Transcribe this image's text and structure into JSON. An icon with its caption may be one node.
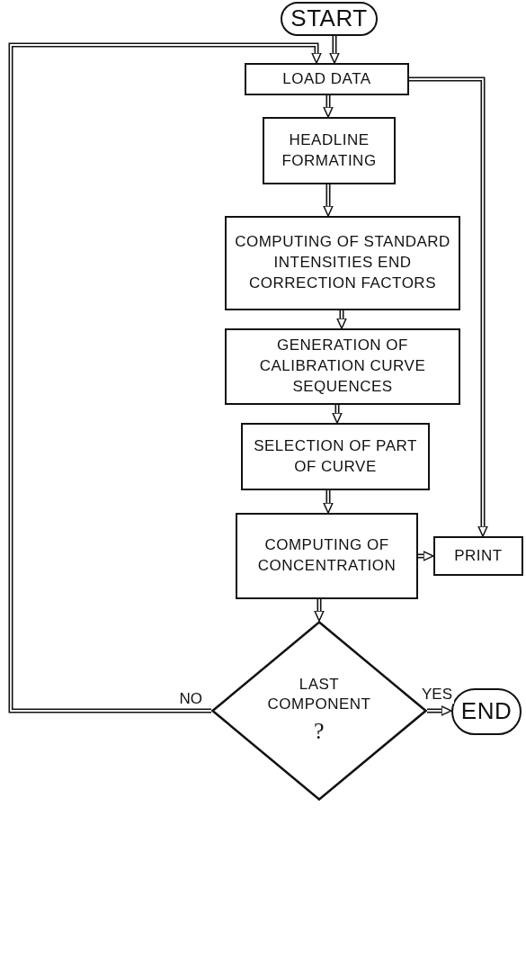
{
  "diagram": {
    "nodes": [
      {
        "text": [
          "START"
        ]
      },
      {
        "text": [
          "LOAD DATA"
        ]
      },
      {
        "text": [
          "HEADLINE FORMATING"
        ]
      },
      {
        "text": [
          "COMPUTING OF STANDARD INTENSITIES END CORRECTION FACTORS"
        ]
      },
      {
        "text": [
          "GENERATION OF CALIBRATION CURVE SEQUENCES"
        ]
      },
      {
        "text": [
          "SELECTION OF PART OF CURVE"
        ]
      },
      {
        "text": [
          "COMPUTING OF CONCENTRATION"
        ]
      },
      {
        "text": [
          "PRINT"
        ]
      },
      {
        "text": [
          "LAST COMPONENT",
          "?"
        ]
      },
      {
        "text": [
          "END"
        ]
      }
    ],
    "edges": [
      {
        "from": 0,
        "to": 1,
        "arrow": "to"
      },
      {
        "from": 1,
        "to": 2,
        "arrow": "to"
      },
      {
        "from": 2,
        "to": 3,
        "arrow": "to"
      },
      {
        "from": 3,
        "to": 4,
        "arrow": "to"
      },
      {
        "from": 4,
        "to": 5,
        "arrow": "to"
      },
      {
        "from": 5,
        "to": 6,
        "arrow": "to"
      },
      {
        "from": 6,
        "to": 8,
        "arrow": "to"
      },
      {
        "from": 6,
        "to": 7,
        "arrow": "to"
      },
      {
        "from": 1,
        "to": 7,
        "arrow": "to"
      },
      {
        "from": 8,
        "to": 9,
        "arrow": "to",
        "label": "YES"
      },
      {
        "from": 8,
        "to": 1,
        "arrow": "to",
        "label": "NO"
      }
    ]
  }
}
